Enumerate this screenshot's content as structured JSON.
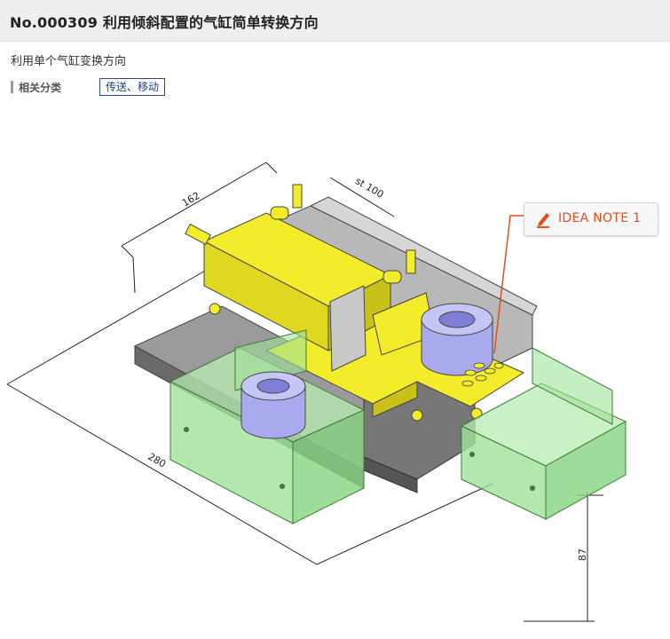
{
  "header": {
    "title": "No.000309 利用倾斜配置的气缸简单转换方向"
  },
  "subtitle": "利用单个气缸变换方向",
  "category": {
    "label": "相关分类",
    "tag": "传送、移动"
  },
  "idea_note": {
    "label": "IDEA NOTE 1",
    "accent": "#e44d1c"
  },
  "dimensions": {
    "d162": "162",
    "stroke": "st 100",
    "d280": "280",
    "d87": "87"
  },
  "colors": {
    "yellow": "#f2ec2a",
    "green": "#9fe29a",
    "steel": "#8a8a8a",
    "blue": "#a9a9ee"
  }
}
